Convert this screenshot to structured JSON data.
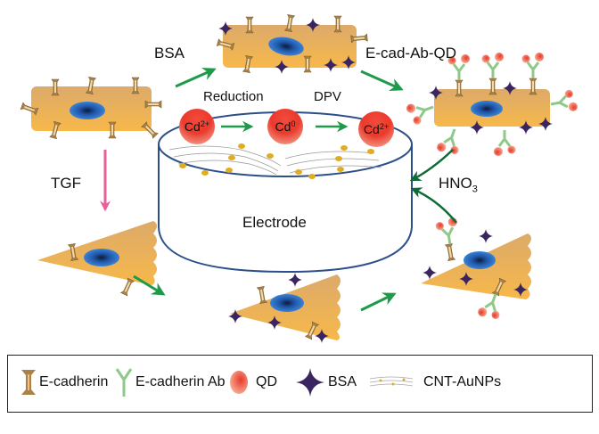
{
  "diagram": {
    "title": "E-cadherin electrochemical detection via QD-labeled antibody on CNT-AuNPs electrode",
    "labels": {
      "bsa": "BSA",
      "ecad_ab_qd": "E-cad-Ab-QD",
      "tgf": "TGF",
      "hno3_main": "HNO",
      "hno3_sub": "3",
      "reduction": "Reduction",
      "dpv": "DPV",
      "electrode": "Electrode"
    },
    "ions": [
      {
        "symbol": "Cd",
        "charge": "2+"
      },
      {
        "symbol": "Cd",
        "charge": "0"
      },
      {
        "symbol": "Cd",
        "charge": "2+"
      }
    ],
    "nodes": [
      "epithelial-cell",
      "bsa-blocked-cell",
      "qd-labeled-cell",
      "mesenchymal-cell",
      "bsa-blocked-mesenchymal-cell",
      "qd-labeled-mesenchymal-cell",
      "electrode"
    ],
    "colors": {
      "cell": "#f2b34d",
      "nucleus": "#2a6fc0",
      "green_arrow": "#1e9a4a",
      "dark_green_arrow": "#0f6b36",
      "pink_arrow": "#e8609a",
      "electrode_outline": "#2c4f8a",
      "bsa": "#3a2560",
      "qd": "#ea3a2c"
    }
  },
  "legend": {
    "items": [
      {
        "icon": "e-cadherin-icon",
        "label": "E-cadherin"
      },
      {
        "icon": "antibody-icon",
        "label": "E-cadherin Ab"
      },
      {
        "icon": "qd-icon",
        "label": "QD"
      },
      {
        "icon": "bsa-icon",
        "label": "BSA"
      },
      {
        "icon": "cnt-aunps-icon",
        "label": "CNT-AuNPs"
      }
    ]
  }
}
